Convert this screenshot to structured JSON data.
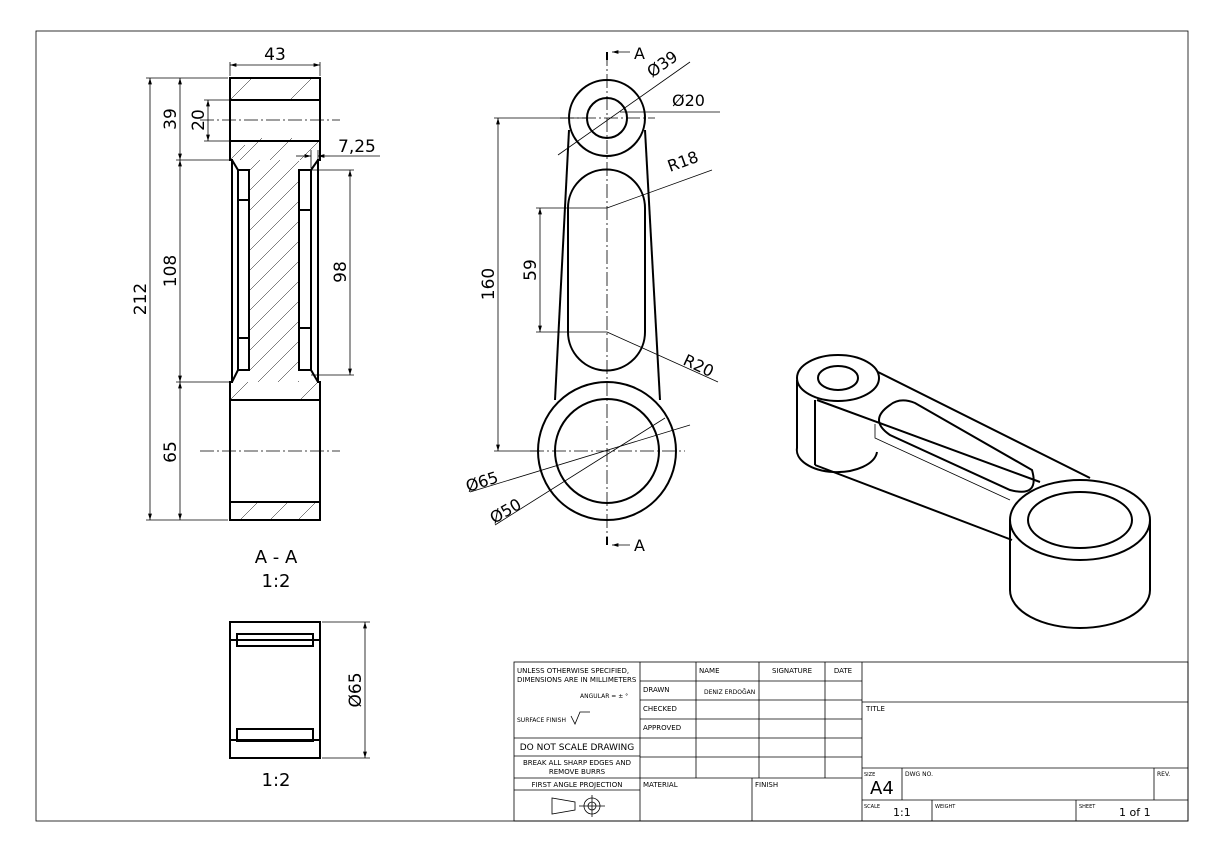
{
  "section_view": {
    "dims": {
      "width_top": "43",
      "overall_height": "212",
      "top_boss_height": "39",
      "top_hole": "20",
      "slot_depth": "7,25",
      "web_height": "108",
      "slot_length": "98",
      "bottom_boss_height": "65"
    },
    "caption": "A - A",
    "scale": "1:2"
  },
  "bottom_view": {
    "dim": "Ø65",
    "scale": "1:2"
  },
  "front_view": {
    "dims": {
      "small_boss_outer": "Ø39",
      "small_boss_inner": "Ø20",
      "slot_radius_top": "R18",
      "center_distance": "160",
      "slot_length": "59",
      "slot_radius_bottom": "R20",
      "big_boss_outer": "Ø65",
      "big_boss_inner": "Ø50"
    },
    "section_label": "A"
  },
  "title_block": {
    "notes": {
      "unless": "UNLESS OTHERWISE SPECIFIED,",
      "dimensions": "DIMENSIONS ARE IN MILLIMETERS",
      "angular": "ANGULAR = ± °",
      "surface_finish": "SURFACE FINISH",
      "do_not_scale": "DO NOT SCALE DRAWING",
      "break_edges_1": "BREAK ALL SHARP EDGES AND",
      "break_edges_2": "REMOVE BURRS",
      "projection": "FIRST ANGLE PROJECTION"
    },
    "headers": {
      "name": "NAME",
      "signature": "SIGNATURE",
      "date": "DATE"
    },
    "rows": {
      "drawn": "DRAWN",
      "checked": "CHECKED",
      "approved": "APPROVED"
    },
    "drawn_name": "DENIZ ERDOĞAN",
    "material_label": "MATERIAL",
    "finish_label": "FINISH",
    "title_label": "TITLE",
    "size_label": "SIZE",
    "size_value": "A4",
    "dwg_label": "DWG NO.",
    "rev_label": "REV.",
    "scale_label": "SCALE",
    "scale_value": "1:1",
    "weight_label": "WEIGHT",
    "sheet_label": "SHEET",
    "sheet_value": "1 of 1"
  }
}
